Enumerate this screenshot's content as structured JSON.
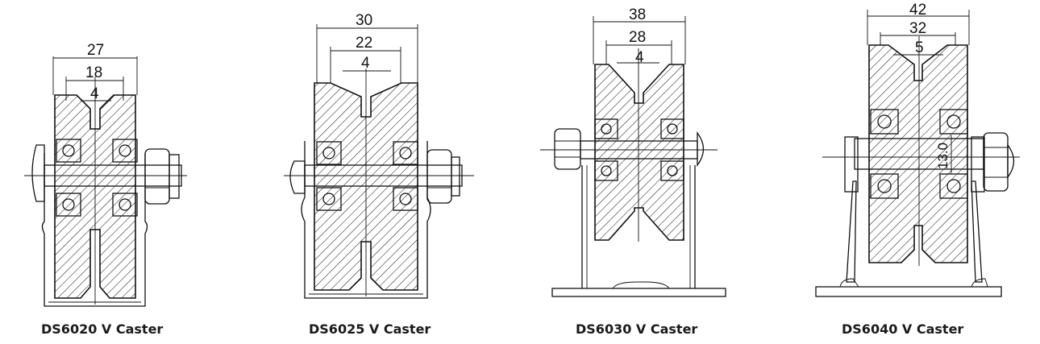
{
  "casters": [
    {
      "caption": "DS6020 V Caster",
      "dims": {
        "outer": "27",
        "groove": "18",
        "slot": "4"
      }
    },
    {
      "caption": "DS6025 V Caster",
      "dims": {
        "outer": "30",
        "groove": "22",
        "slot": "4"
      }
    },
    {
      "caption": "DS6030 V Caster",
      "dims": {
        "outer": "38",
        "groove": "28",
        "slot": "4"
      }
    },
    {
      "caption": "DS6040 V Caster",
      "dims": {
        "outer": "42",
        "groove": "32",
        "slot": "5",
        "axle": "13.0"
      }
    }
  ]
}
